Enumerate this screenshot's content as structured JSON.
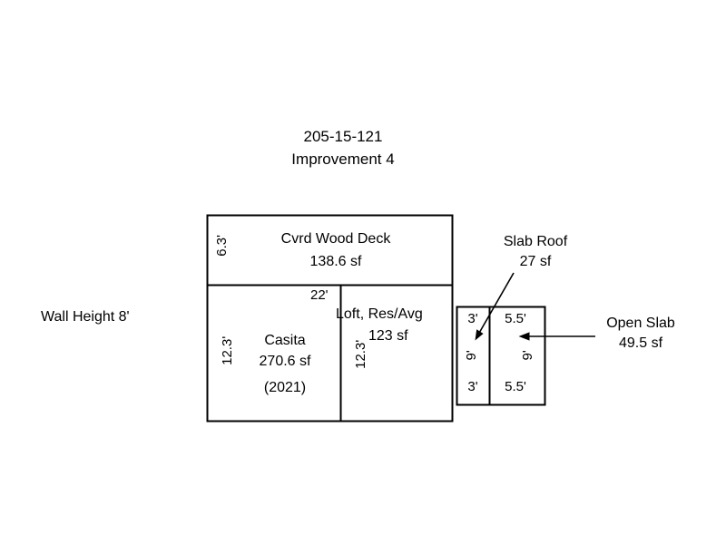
{
  "header": {
    "parcel_number": "205-15-121",
    "improvement": "Improvement 4"
  },
  "notes": {
    "wall_height": "Wall Height 8'"
  },
  "sketch": {
    "spaces": [
      {
        "id": "cvrd-wood-deck",
        "name": "Cvrd Wood Deck",
        "area": "138.6 sf",
        "year": "",
        "dim_left": "6.3'",
        "dim_bottom": "22'"
      },
      {
        "id": "casita",
        "name": "Casita",
        "area": "270.6 sf",
        "year": "(2021)",
        "dim_left": "12.3'",
        "dim_top": "22'"
      },
      {
        "id": "loft",
        "name": "Loft, Res/Avg",
        "area": "123 sf",
        "year": "",
        "dim_left": "12.3'"
      },
      {
        "id": "slab-roof",
        "name": "Slab Roof",
        "area": "27 sf",
        "dim_top": "3'",
        "dim_left": "9'",
        "dim_bottom": "3'"
      },
      {
        "id": "open-slab",
        "name": "Open Slab",
        "area": "49.5 sf",
        "dim_top": "5.5'",
        "dim_left": "9'",
        "dim_bottom": "5.5'"
      }
    ],
    "callouts": [
      {
        "id": "slab-roof-callout",
        "line1": "Slab Roof",
        "line2": "27 sf"
      },
      {
        "id": "open-slab-callout",
        "line1": "Open Slab",
        "line2": "49.5 sf"
      }
    ],
    "colors": {
      "line": "#000000",
      "background": "#ffffff",
      "text": "#000000"
    }
  }
}
